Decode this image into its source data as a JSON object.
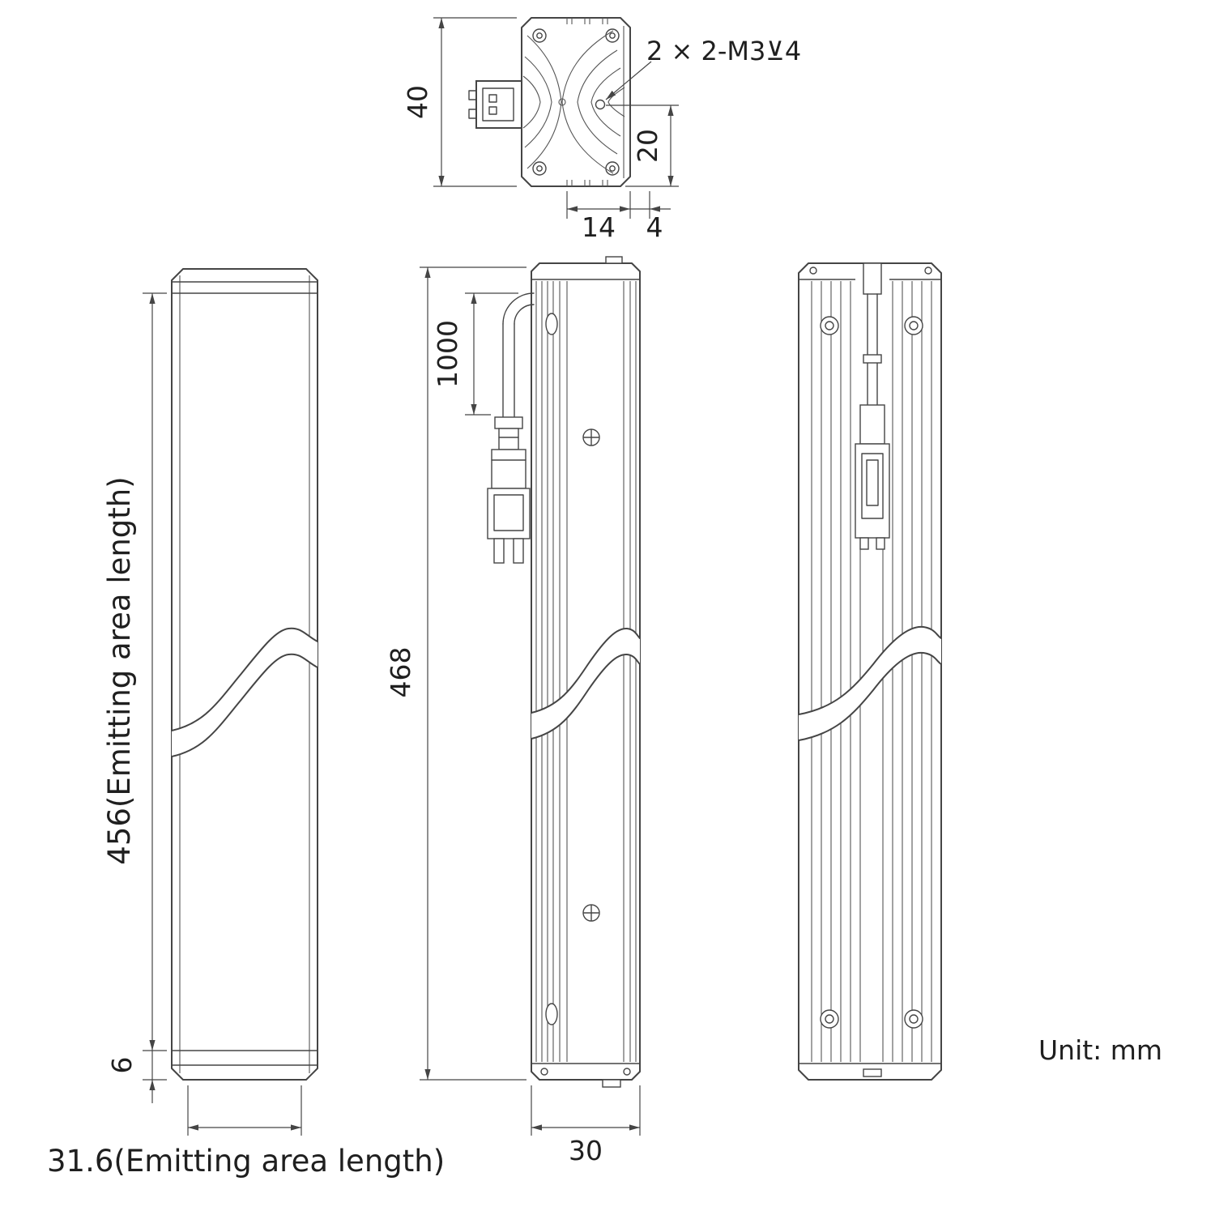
{
  "drawing": {
    "unit_label": "Unit: mm",
    "top_view": {
      "height": "40",
      "thread_callout": "2 × 2-M3⊻4",
      "hole_offset": "20",
      "dim_14": "14",
      "dim_4": "4"
    },
    "front_view": {
      "emitting_length": "456(Emitting area length)",
      "end_cap": "6",
      "emitting_width": "31.6(Emitting area length)"
    },
    "side_view": {
      "cable_length": "1000",
      "overall_length": "468",
      "depth": "30"
    }
  }
}
